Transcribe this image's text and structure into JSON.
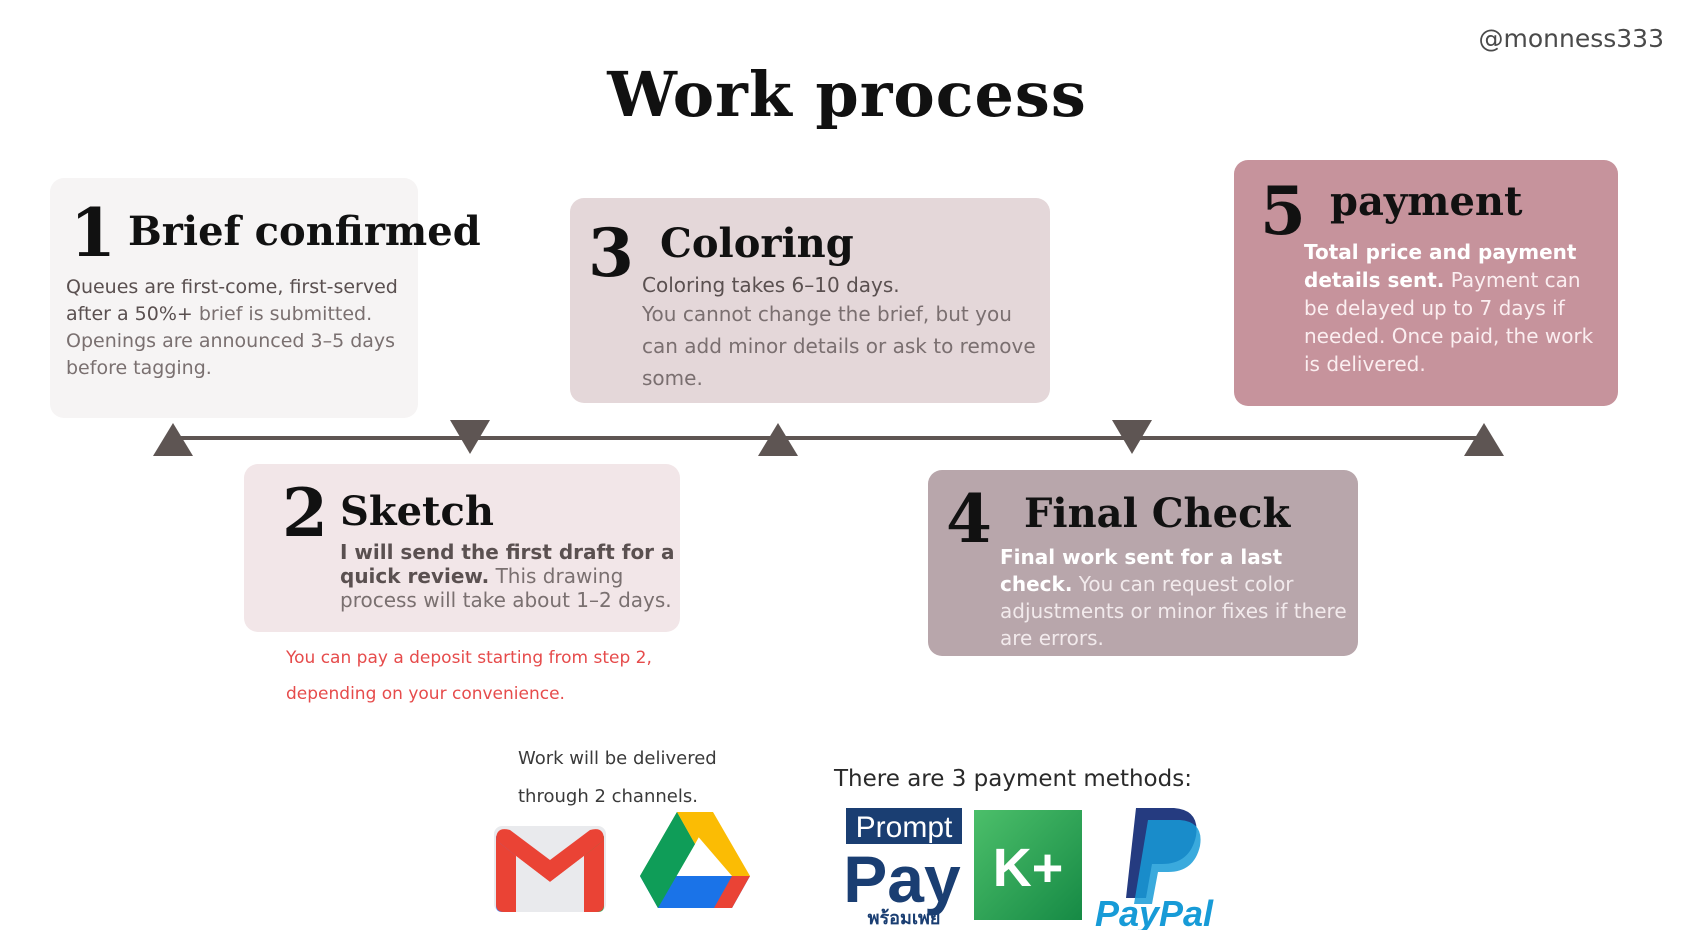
{
  "handle": "@monness333",
  "title": "Work process",
  "steps": [
    {
      "number": "1",
      "heading": "Brief confirmed",
      "text_strong": "Queues are first-come, first-served after a 50%+",
      "text_rest": " brief is submitted. Openings are announced 3–5 days before tagging."
    },
    {
      "number": "2",
      "heading": "Sketch",
      "text_strong": "I will send the first draft for a quick review.",
      "text_rest": " This drawing process will take about 1–2 days."
    },
    {
      "number": "3",
      "heading": "Coloring",
      "text_strong": "Coloring takes 6–10 days.",
      "text_rest": "You cannot change the brief, but you can add minor details or ask to remove some."
    },
    {
      "number": "4",
      "heading": "Final Check",
      "text_strong": "Final work sent for a last check.",
      "text_rest": " You can request color adjustments or minor fixes if there are errors."
    },
    {
      "number": "5",
      "heading": "payment",
      "text_strong": "Total price and payment details sent.",
      "text_rest": " Payment can be delayed up to 7 days if needed. Once paid, the work is delivered."
    }
  ],
  "deposit_note": "You can pay a deposit starting from step 2, depending on your convenience.",
  "delivery_note": "Work will be delivered through 2 channels.",
  "delivery_channels": [
    "gmail-icon",
    "google-drive-icon"
  ],
  "payment_heading": "There are 3 payment methods:",
  "payment_methods": {
    "promptpay_top": "Prompt",
    "promptpay_main": "Pay",
    "promptpay_thai": "พร้อมเพย์",
    "kplus": "K+",
    "paypal": "PayPal"
  },
  "colors": {
    "step1_bg": "#f6f4f4",
    "step2_bg": "#f2e6e8",
    "step3_bg": "#e4d7d9",
    "step4_bg": "#b8a6ab",
    "step5_bg": "#c6939c",
    "timeline": "#5e5553",
    "deposit_text": "#e64b4b"
  }
}
